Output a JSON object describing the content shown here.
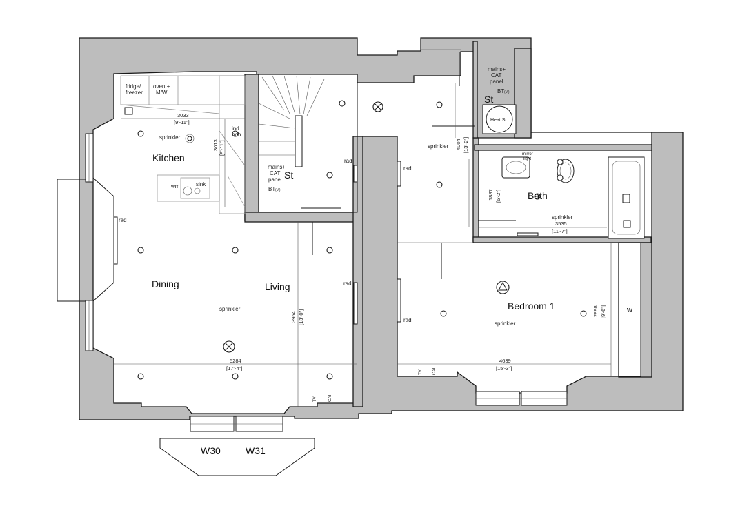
{
  "colors": {
    "wall_fill": "#bdbdbd",
    "line": "#1a1a1a",
    "background": "#ffffff"
  },
  "rooms": {
    "kitchen": "Kitchen",
    "dining": "Dining",
    "living": "Living",
    "bath": "Bath",
    "bedroom": "Bedroom 1",
    "store_stairs": "St",
    "store_right": "St",
    "wardrobe": "w"
  },
  "windows": {
    "w30": "W30",
    "w31": "W31"
  },
  "fixtures": {
    "fridge": [
      "fridge/",
      "freezer"
    ],
    "oven": [
      "oven +",
      "M/W"
    ],
    "hob": [
      "ind.",
      "hob"
    ],
    "wm": "wm",
    "sink": "sink",
    "panel_left": [
      "mains+",
      "CAT",
      "panel"
    ],
    "panel_right": [
      "mains+",
      "CAT",
      "panel"
    ],
    "bt": "BT",
    "bt_sub": "(M)",
    "heat_store": "Heat St.",
    "mirror": [
      "mirror",
      "light"
    ]
  },
  "annotations": {
    "sprinkler": "sprinkler",
    "rad": "rad",
    "tv": "TV",
    "cat": "CAT"
  },
  "dimensions": {
    "kitchen_width": {
      "mm": "3033",
      "imperial": "[9'-11\"]"
    },
    "kitchen_depth": {
      "mm": "3013",
      "imperial": "[9'-11\"]"
    },
    "living_width": {
      "mm": "5284",
      "imperial": "[17'-4\"]"
    },
    "living_depth": {
      "mm": "3964",
      "imperial": "[13'-0\"]"
    },
    "hall_depth": {
      "mm": "4004",
      "imperial": "[13'-2\"]"
    },
    "bath_depth": {
      "mm": "1887",
      "imperial": "[6'-2\"]"
    },
    "bath_width": {
      "mm": "3535",
      "imperial": "[11'-7\"]"
    },
    "bedroom_width": {
      "mm": "4639",
      "imperial": "[15'-3\"]"
    },
    "bedroom_depth": {
      "mm": "2898",
      "imperial": "[9'-6\"]"
    }
  }
}
